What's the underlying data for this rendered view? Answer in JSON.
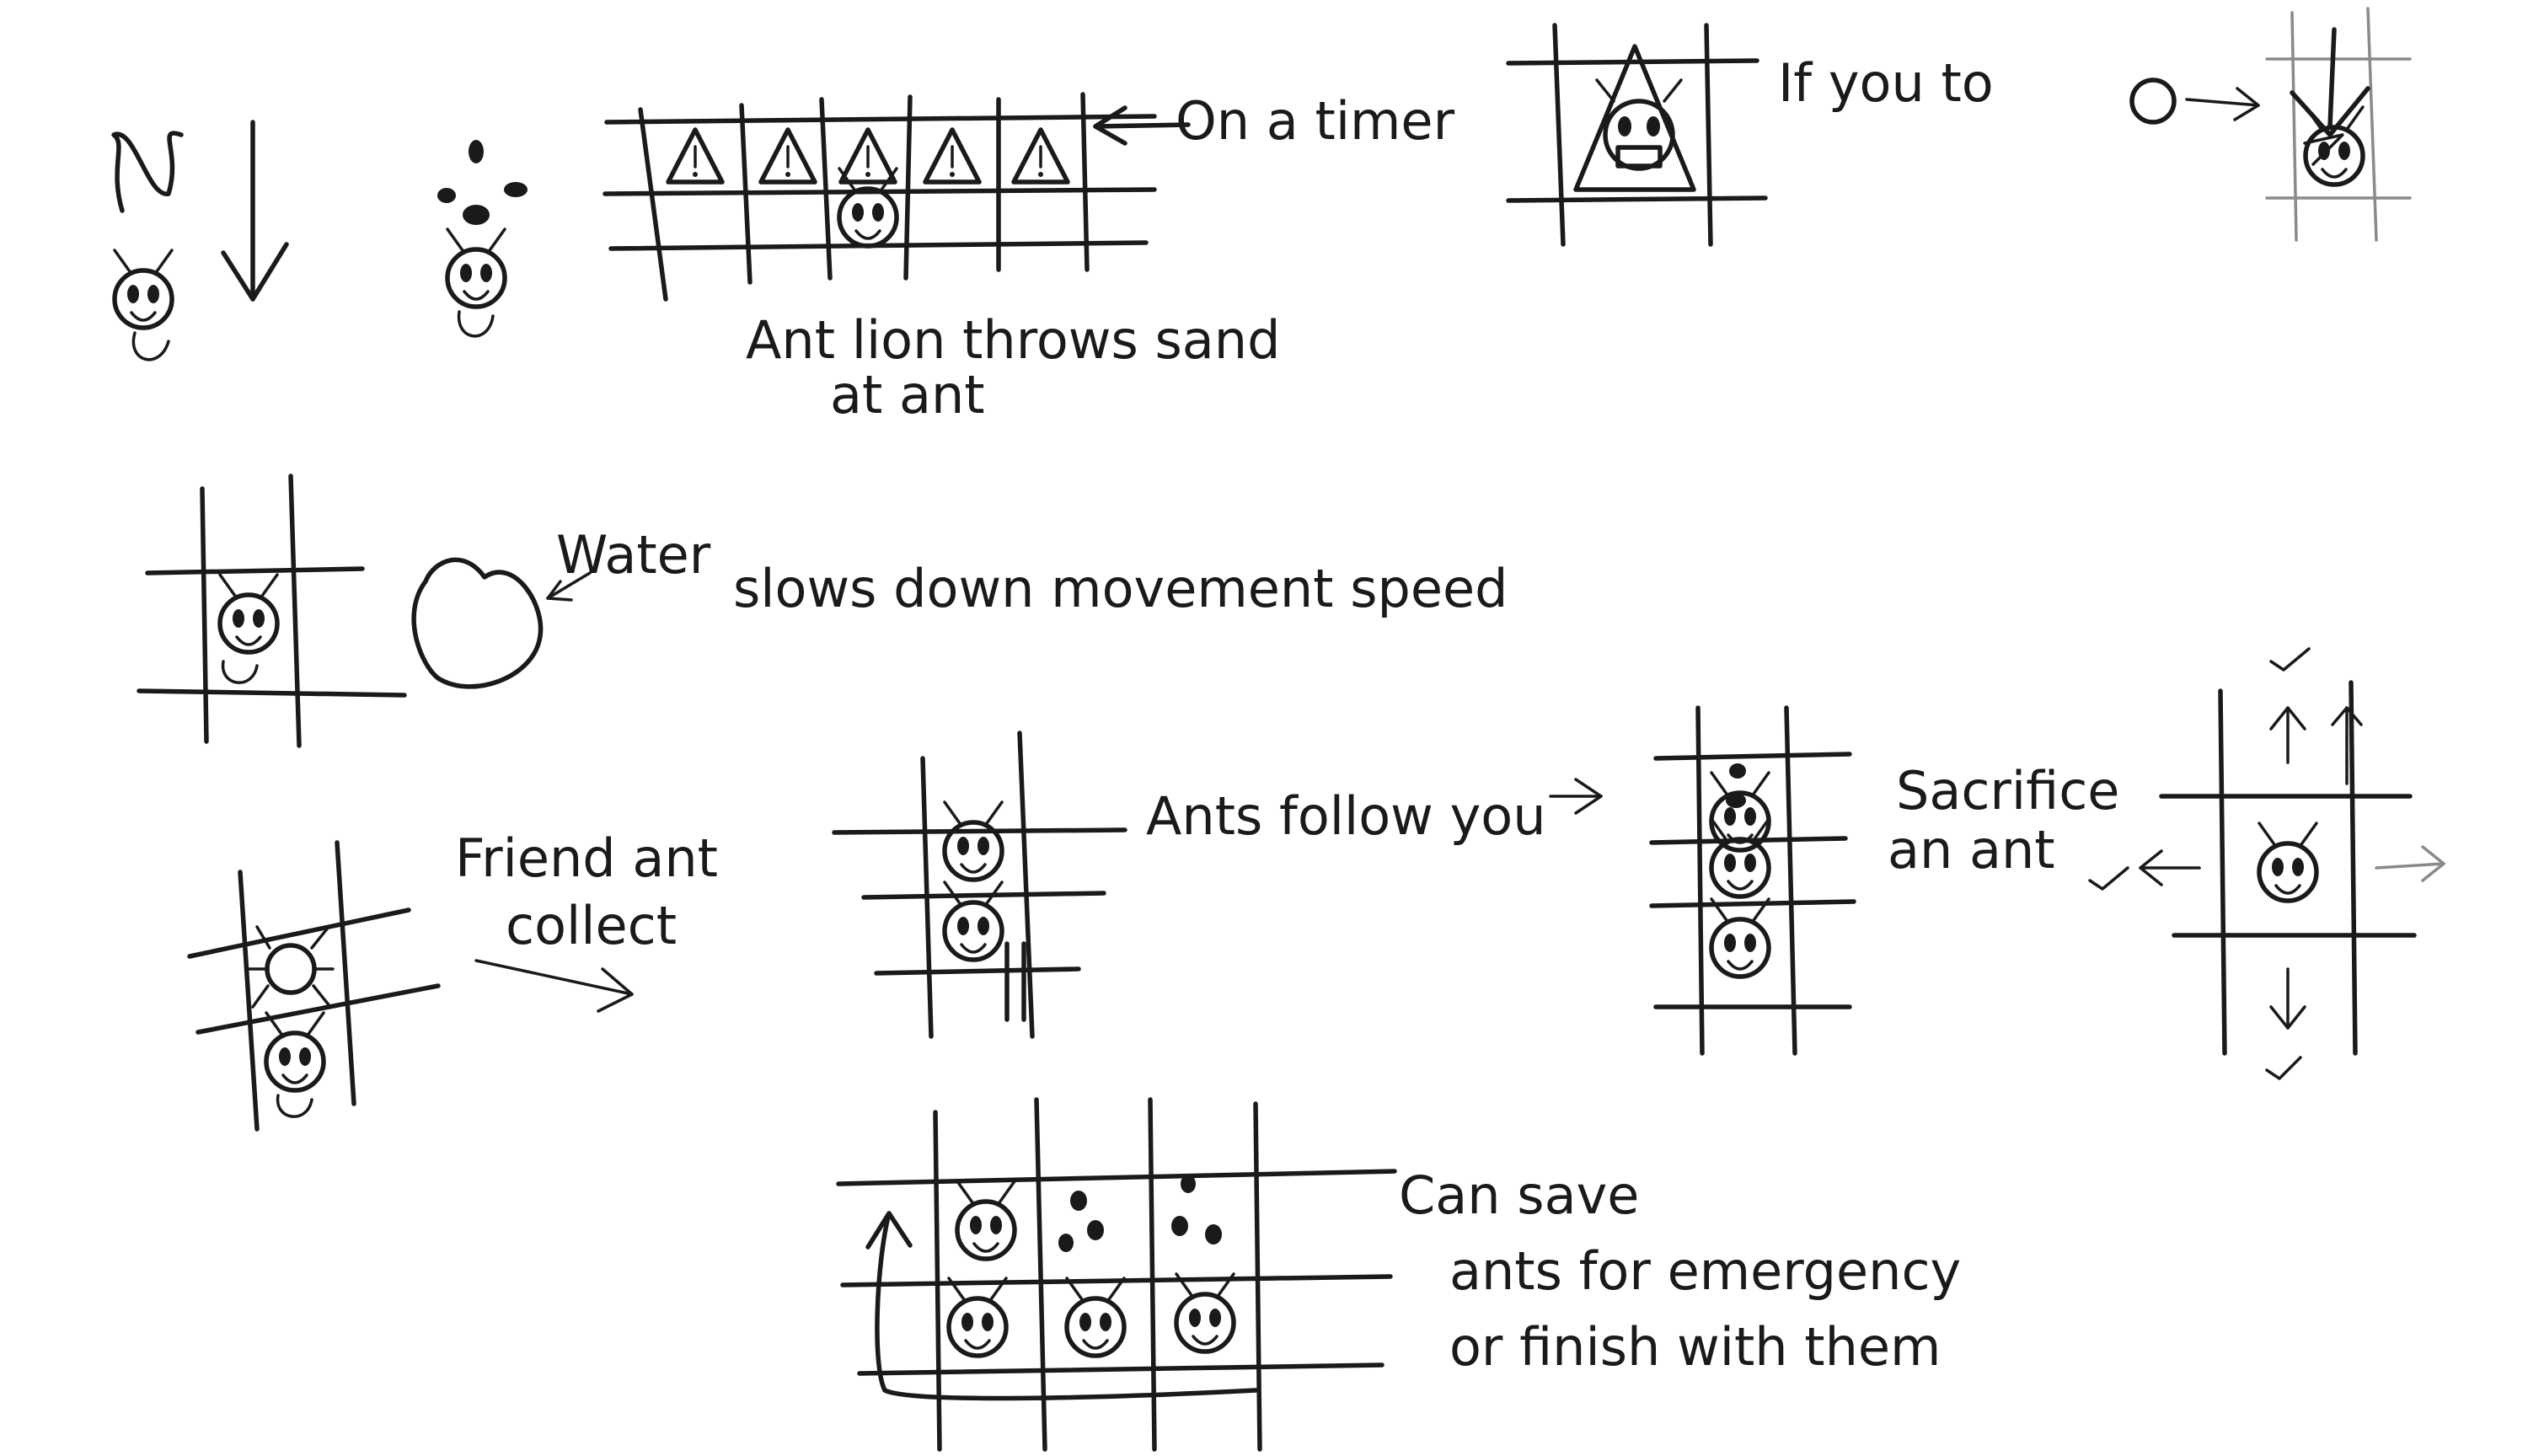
{
  "notes": {
    "on_timer": "On a timer",
    "if_you_to": "If you to",
    "antlion_line1": "Ant lion throws sand",
    "antlion_line2": "at ant",
    "water": "Water",
    "slows": "slows down movement speed",
    "friend_ant": "Friend ant",
    "collect": "collect",
    "ants_follow": "Ants follow you",
    "sacrifice_line1": "Sacrifice",
    "sacrifice_line2": "an ant",
    "save_line1": "Can save",
    "save_line2": "ants for emergency",
    "save_line3": "or finish with them"
  },
  "icons": [
    "warning-icon",
    "ant-icon",
    "antlion-icon",
    "water-blob-icon",
    "sand-icon",
    "arrow-icon",
    "checkmark-icon"
  ],
  "colors": {
    "ink": "#1a1a1a",
    "paper": "#ffffff",
    "faint": "#8a8a8a"
  }
}
